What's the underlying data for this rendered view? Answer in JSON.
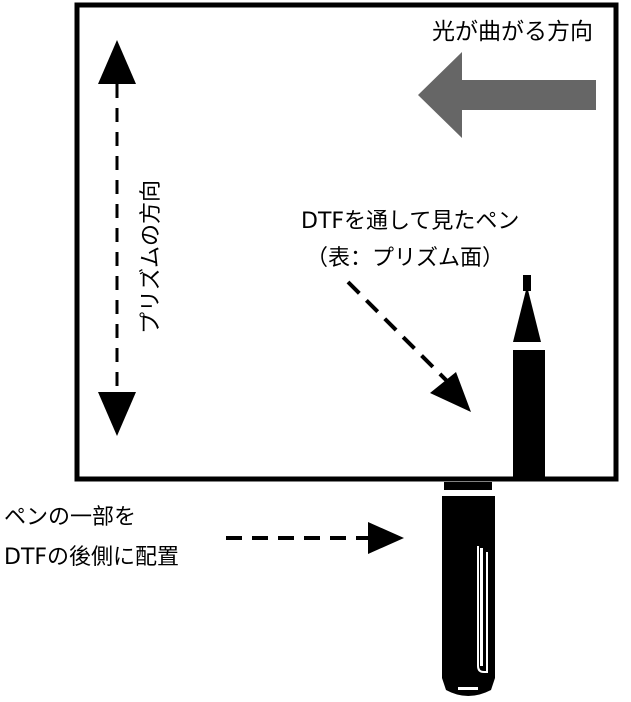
{
  "diagram": {
    "light_direction_label": "光が曲がる方向",
    "prism_direction_label": "プリズムの方向",
    "pen_view_label_line1": "DTFを通して見たペン",
    "pen_view_label_line2": "（表：プリズム面）",
    "pen_part_label_line1": "ペンの一部を",
    "pen_part_label_line2": "DTFの後側に配置"
  },
  "colors": {
    "frame": "#000000",
    "light_arrow": "#666666",
    "pen": "#000000",
    "background": "#ffffff"
  },
  "icons": {
    "light_direction": "arrow-left-icon",
    "prism_direction": "double-arrow-vertical-icon",
    "pointer": "dashed-arrow-icon",
    "pen": "pen-icon"
  }
}
